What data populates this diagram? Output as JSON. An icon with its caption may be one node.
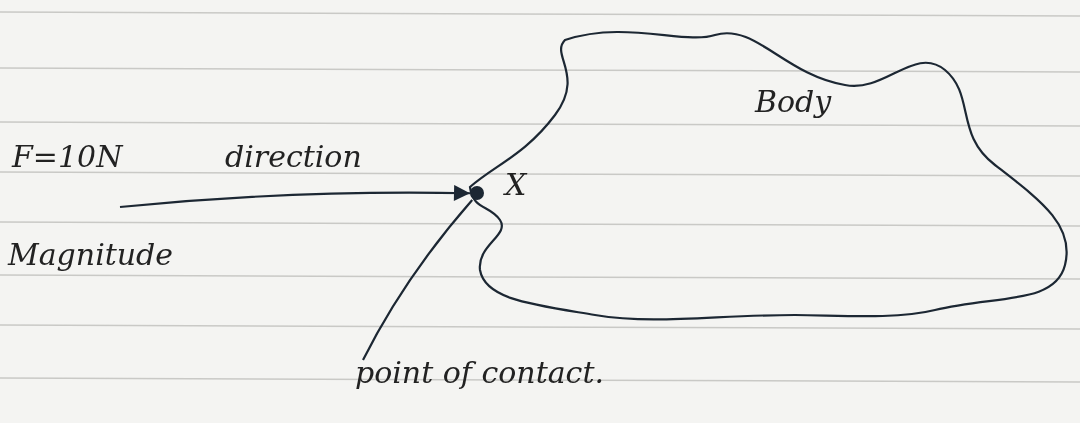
{
  "diagram": {
    "nodes": [
      {
        "text": [
          "Body"
        ]
      },
      {
        "text": [],
        "shape": "circle",
        "in": 0
      },
      {
        "text": [
          "point of contact."
        ]
      }
    ],
    "edges": [
      {
        "from": null,
        "to": 1,
        "arrow": "to"
      },
      {
        "from": 2,
        "to": 1,
        "arrow": "none"
      }
    ],
    "labels": [
      "F=10N",
      "direction",
      "X",
      "Magnitude"
    ]
  }
}
